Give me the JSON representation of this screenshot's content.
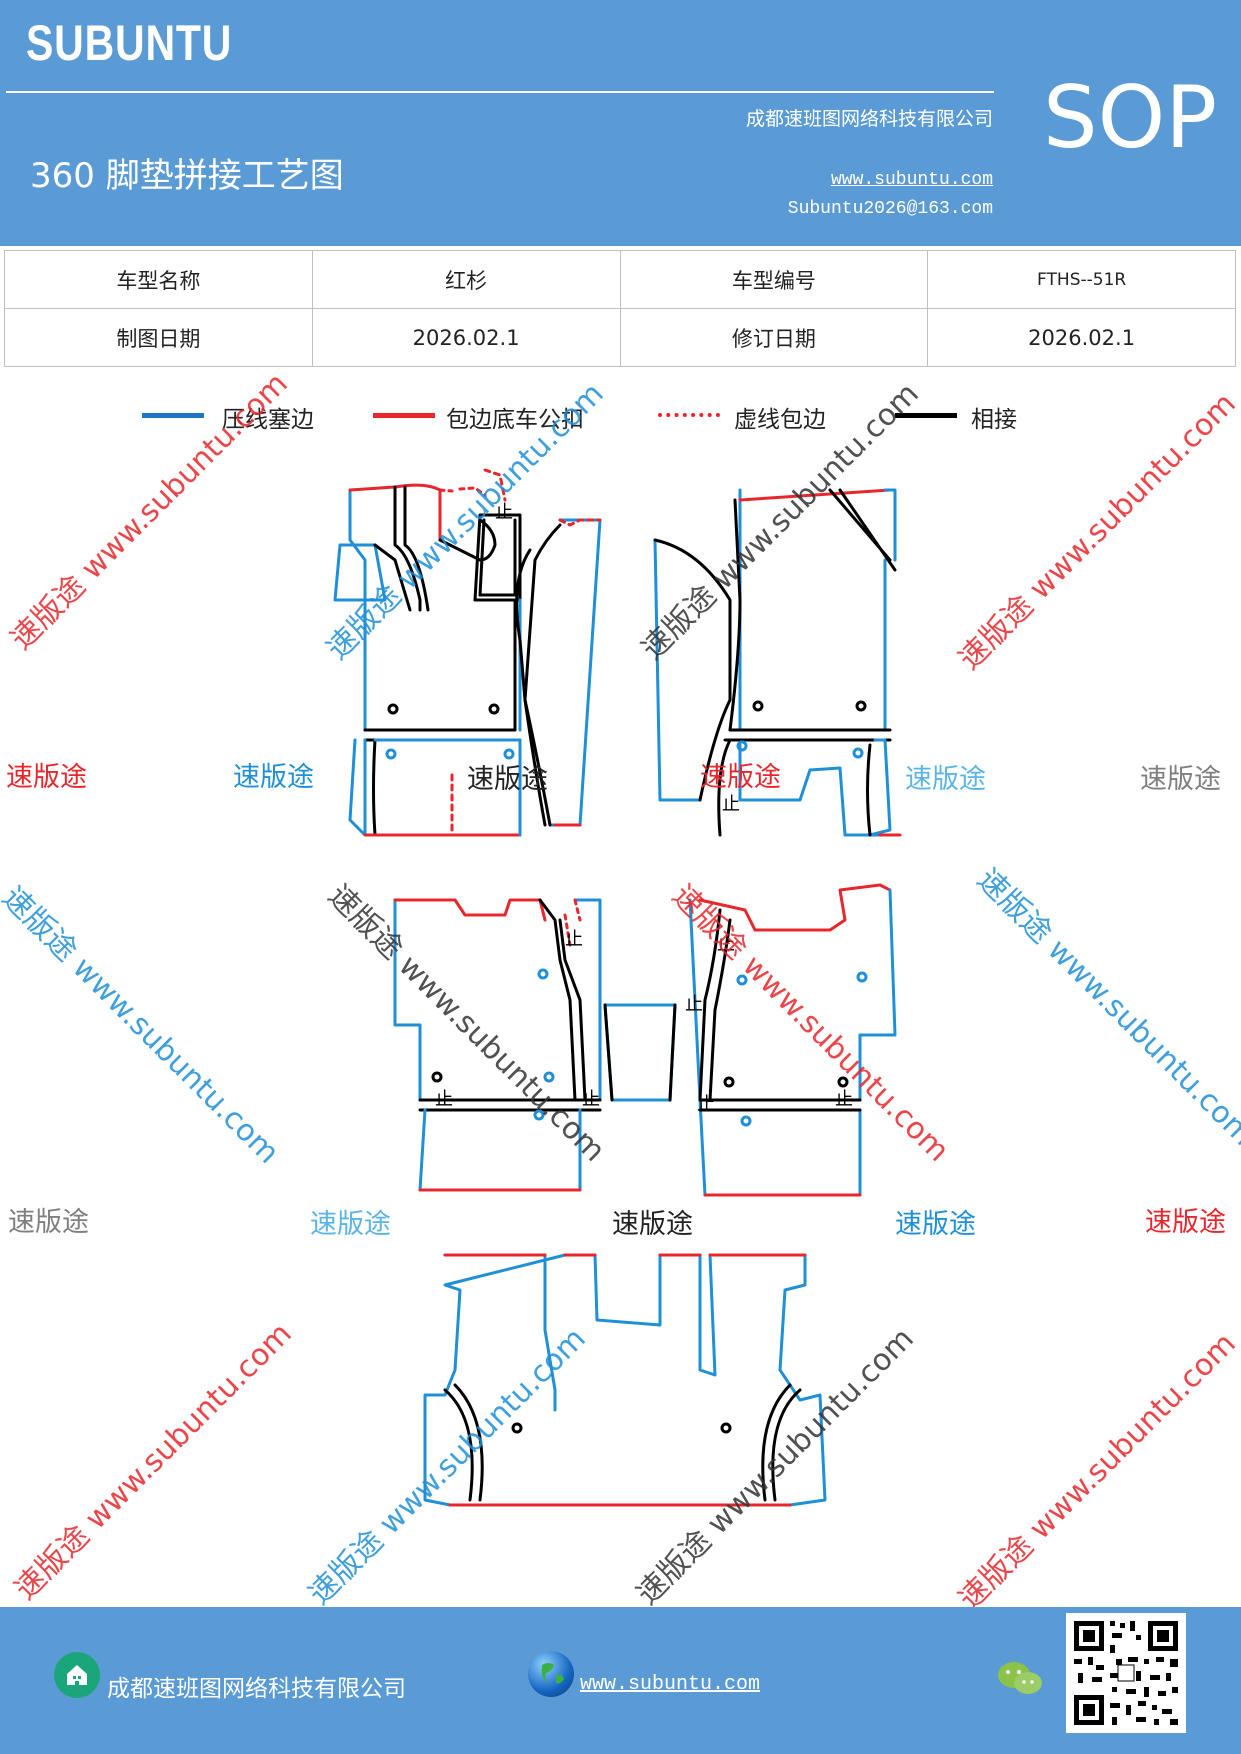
{
  "header": {
    "brand": "SUBUNTU",
    "company": "成都速班图网络科技有限公司",
    "title": "360 脚垫拼接工艺图",
    "website": "www.subuntu.com",
    "email": "Subuntu2026@163.com",
    "badge": "SOP"
  },
  "info": {
    "model_name_label": "车型名称",
    "model_name_value": "红杉",
    "model_code_label": "车型编号",
    "model_code_value": "FTHS--51R",
    "draw_date_label": "制图日期",
    "draw_date_value": "2026.02.1",
    "revise_date_label": "修订日期",
    "revise_date_value": "2026.02.1"
  },
  "legend": [
    {
      "label": "压线塞边",
      "color": "#1f77c4",
      "style": "solid"
    },
    {
      "label": "包边底车公扣",
      "color": "#e8262b",
      "style": "solid"
    },
    {
      "label": "虚线包边",
      "color": "#e8262b",
      "style": "dotted"
    },
    {
      "label": "相接",
      "color": "#000000",
      "style": "solid"
    }
  ],
  "watermarks": {
    "brand_cn": "速版途",
    "brand_url": "www.subuntu.com",
    "diag_text": "速版途 www.subuntu.com",
    "mark_up": "止"
  },
  "colors": {
    "blue": "#1f8fd8",
    "red": "#e8262b",
    "black": "#000000",
    "header_bg": "#5b9bd5",
    "gray": "#7f7f7f",
    "light_blue": "#5ab4e6"
  },
  "footer": {
    "company": "成都速班图网络科技有限公司",
    "website": "www.subuntu.com ",
    "home_icon": "building-icon",
    "globe_icon": "globe-icon",
    "wechat_icon": "wechat-icon"
  }
}
